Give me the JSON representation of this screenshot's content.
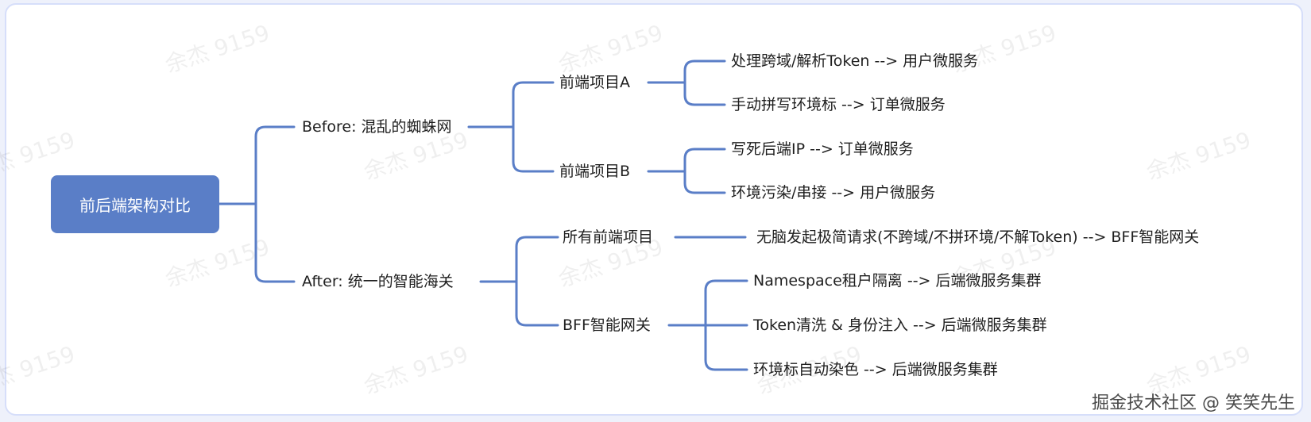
{
  "watermark": "余杰 9159",
  "root": "前后端架构对比",
  "branches": [
    {
      "label": "Before: 混乱的蜘蛛网",
      "children": [
        {
          "label": "前端项目A",
          "children": [
            "处理跨域/解析Token  --> 用户微服务",
            "手动拼写环境标  --> 订单微服务"
          ]
        },
        {
          "label": "前端项目B",
          "children": [
            "写死后端IP  --> 订单微服务",
            "环境污染/串接  --> 用户微服务"
          ]
        }
      ]
    },
    {
      "label": "After: 统一的智能海关",
      "children": [
        {
          "label": "所有前端项目",
          "children": [
            "无脑发起极简请求(不跨域/不拼环境/不解Token)  --> BFF智能网关"
          ]
        },
        {
          "label": "BFF智能网关",
          "children": [
            "Namespace租户隔离  --> 后端微服务集群",
            "Token清洗 & 身份注入  --> 后端微服务集群",
            "环境标自动染色  --> 后端微服务集群"
          ]
        }
      ]
    }
  ],
  "footer": "掘金技术社区 @ 笑笑先生",
  "colors": {
    "connector": "#5a7ec7",
    "root_fill": "#5a7ec7"
  }
}
